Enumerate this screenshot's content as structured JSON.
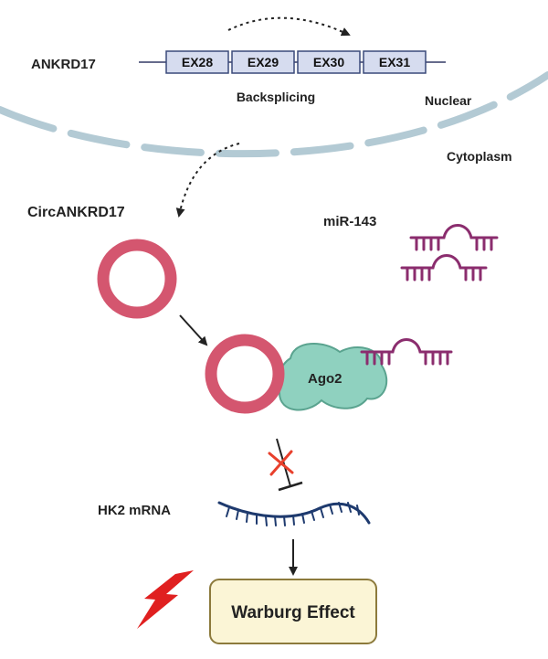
{
  "gene": {
    "name": "ANKRD17",
    "exons": [
      "EX28",
      "EX29",
      "EX30",
      "EX31"
    ]
  },
  "process": {
    "backsplicing": "Backsplicing"
  },
  "compartments": {
    "nuclear": "Nuclear",
    "cytoplasm": "Cytoplasm"
  },
  "circrna": {
    "name": "CircANKRD17"
  },
  "mirna": {
    "name": "miR-143"
  },
  "protein": {
    "name": "Ago2"
  },
  "mrna": {
    "name": "HK2  mRNA"
  },
  "outcome": {
    "label": "Warburg Effect"
  },
  "colors": {
    "circ_ring": "#d4566f",
    "mirna": "#8b2d6e",
    "ago2_fill": "#8fd1bf",
    "ago2_stroke": "#5aa38f",
    "mrna": "#1e3a6e",
    "membrane": "#b3cad4",
    "exon_fill": "#d6dcef",
    "exon_stroke": "#3a4a7a",
    "outcome_fill": "#fbf5d6",
    "outcome_stroke": "#8c7a3c",
    "inhibit_cross": "#e8402c",
    "lightning": "#e02020"
  }
}
